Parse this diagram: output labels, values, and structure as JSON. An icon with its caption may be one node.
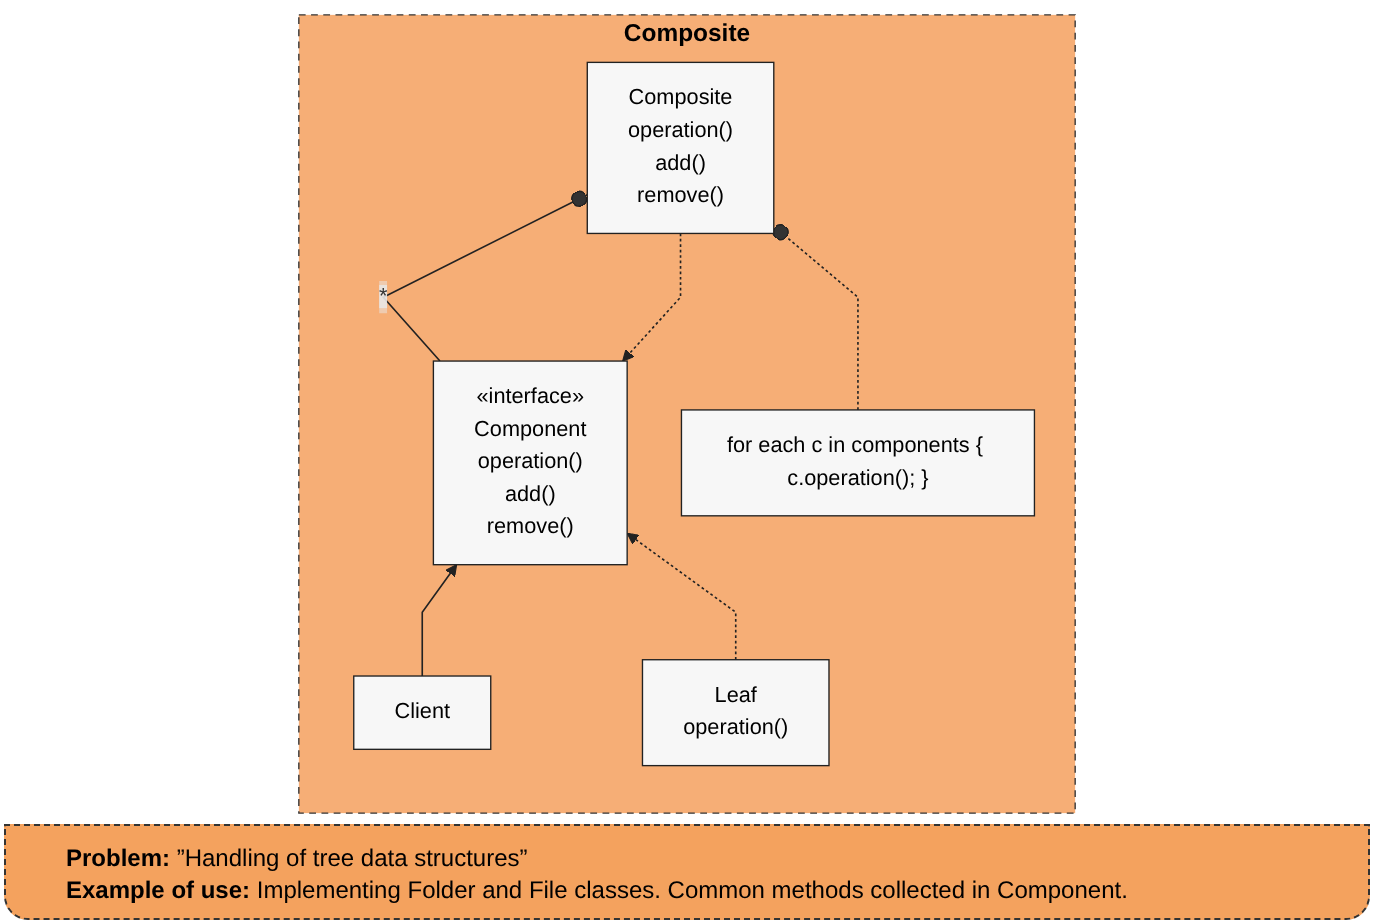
{
  "diagram": {
    "nodes": [
      {
        "text": [
          "Composite"
        ]
      },
      {
        "text": [
          "Client"
        ],
        "in": 0
      },
      {
        "text": [
          "«interface»",
          "Component",
          "operation()",
          "add()",
          "remove()"
        ],
        "in": 0
      },
      {
        "text": [
          "for each c in components { c.operation(); }"
        ],
        "in": 0
      },
      {
        "text": [
          "Leaf",
          "operation()"
        ],
        "in": 0
      },
      {
        "text": [
          "Composite",
          "operation()",
          "add()",
          "remove()"
        ],
        "in": 0
      }
    ],
    "edges": [
      {
        "from": 1,
        "to": 2,
        "arrow": "to"
      },
      {
        "from": 4,
        "to": 2,
        "arrow": "to",
        "style": "dashed"
      },
      {
        "from": 5,
        "to": 2,
        "arrow": "to",
        "style": "dashed"
      },
      {
        "from": 2,
        "to": 5,
        "arrow": "other",
        "label": "*"
      },
      {
        "from": 3,
        "to": 5,
        "arrow": "other",
        "style": "dashed"
      }
    ],
    "labels": [
      "**Problem:** ”Handling of tree data structures”",
      "**Example of use:** Implementing Folder and File classes. Common methods collected in Component."
    ]
  }
}
